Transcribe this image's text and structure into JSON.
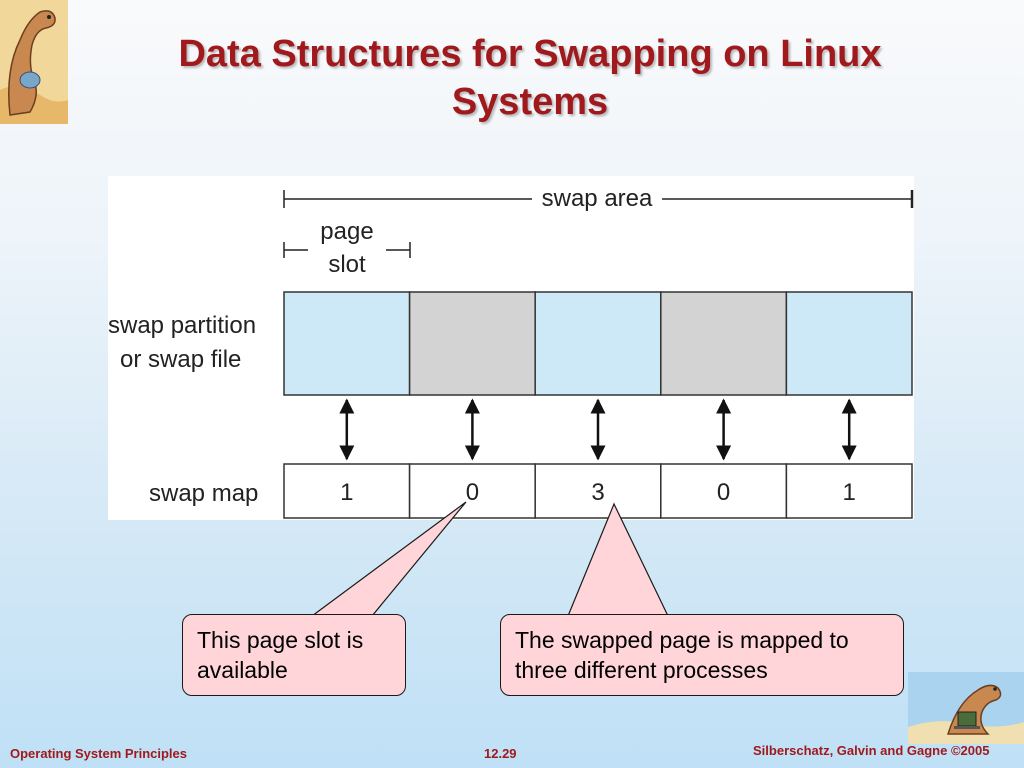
{
  "slide": {
    "title_line1": "Data Structures for Swapping on Linux",
    "title_line2": "Systems"
  },
  "diagram": {
    "swap_area_label": "swap area",
    "page_slot_label_line1": "page",
    "page_slot_label_line2": "slot",
    "swap_partition_label_line1": "swap partition",
    "swap_partition_label_line2": "or swap file",
    "swap_map_label": "swap map",
    "slots": [
      {
        "state": "in-use",
        "color": "#cde9f8"
      },
      {
        "state": "free",
        "color": "#d3d3d3"
      },
      {
        "state": "in-use",
        "color": "#cde9f8"
      },
      {
        "state": "free",
        "color": "#d3d3d3"
      },
      {
        "state": "in-use",
        "color": "#cde9f8"
      }
    ],
    "swap_map_values": [
      "1",
      "0",
      "3",
      "0",
      "1"
    ]
  },
  "callouts": {
    "available": "This page slot is available",
    "mapped": "The swapped page is mapped to three different processes",
    "fill_color": "#ffd5d9"
  },
  "footer": {
    "left": "Operating System Principles",
    "center": "12.29",
    "right": "Silberschatz, Galvin and Gagne ©2005"
  },
  "colors": {
    "title": "#a0191c",
    "footer": "#a0191c"
  }
}
